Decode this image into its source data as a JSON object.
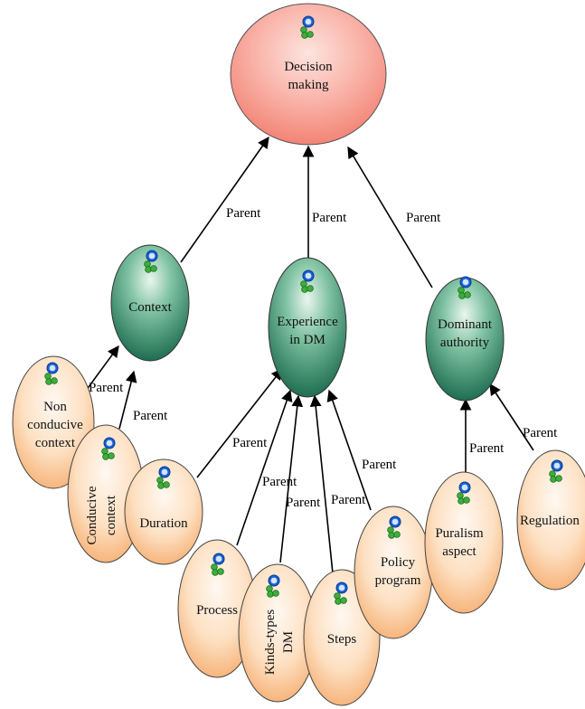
{
  "diagram": {
    "root": {
      "lines": [
        "Decision",
        "making"
      ]
    },
    "context": {
      "lines": [
        "Context"
      ]
    },
    "experience": {
      "lines": [
        "Experience",
        "in DM"
      ]
    },
    "dominant": {
      "lines": [
        "Dominant",
        "authority"
      ]
    },
    "nonconducive": {
      "lines": [
        "Non",
        "conducive",
        "context"
      ]
    },
    "conducive": {
      "lines": [
        "Conducive",
        "context"
      ]
    },
    "duration": {
      "lines": [
        "Duration"
      ]
    },
    "process": {
      "lines": [
        "Process"
      ]
    },
    "kinds": {
      "lines": [
        "Kinds-types",
        "DM"
      ]
    },
    "steps": {
      "lines": [
        "Steps"
      ]
    },
    "policy": {
      "lines": [
        "Policy",
        "program"
      ]
    },
    "puralism": {
      "lines": [
        "Puralism",
        "aspect"
      ]
    },
    "regulation": {
      "lines": [
        "Regulation"
      ]
    },
    "edge_label": "Parent"
  },
  "colors": {
    "root_fill": "#f7a59a",
    "mid_fill": "#2f8a6a",
    "leaf_fill": "#fbc89a"
  },
  "icon": "node-concept-icon"
}
